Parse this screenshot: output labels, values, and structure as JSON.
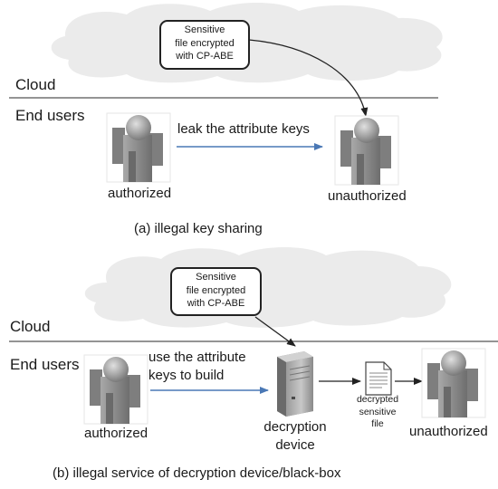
{
  "panel_a": {
    "note_lines": [
      "Sensitive",
      "file encrypted",
      "with CP-ABE"
    ],
    "cloud_label": "Cloud",
    "end_users_label": "End users",
    "authorized_label": "authorized",
    "unauthorized_label": "unauthorized",
    "arrow_label": "leak the attribute keys",
    "caption": "(a)  illegal key sharing"
  },
  "panel_b": {
    "note_lines": [
      "Sensitive",
      "file encrypted",
      "with CP-ABE"
    ],
    "cloud_label": "Cloud",
    "end_users_label": "End users",
    "authorized_label": "authorized",
    "arrow_label_lines": [
      "use the attribute",
      "keys to build"
    ],
    "device_label_lines": [
      "decryption",
      "device"
    ],
    "file_label_lines": [
      "decrypted",
      "sensitive",
      "file"
    ],
    "unauthorized_label": "unauthorized",
    "caption": "(b)  illegal service of decryption device/black-box"
  },
  "colors": {
    "cloud_fill": "#ebebeb",
    "figure_gray": "#8c8c8c",
    "arrow_blue": "#4a78b5",
    "rule_gray": "#555555"
  }
}
